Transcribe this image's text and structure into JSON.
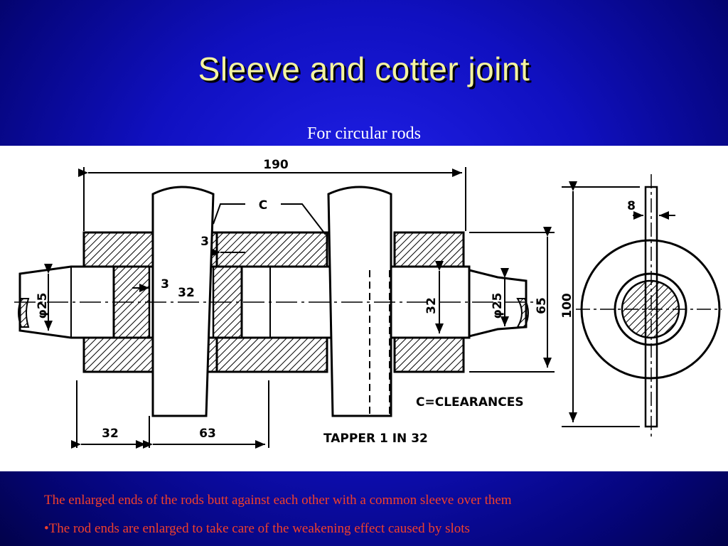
{
  "slide": {
    "title": "Sleeve and cotter joint",
    "subtitle": "For circular rods",
    "notes": [
      "The enlarged ends of the rods butt against each other with a common sleeve over them",
      "•The rod ends are enlarged to take care of the weakening effect caused by slots"
    ]
  },
  "drawing": {
    "dim_overall": "190",
    "label_c": "C",
    "dim_3_top": "3",
    "dim_3_left": "3",
    "dim_32_inner": "32",
    "dim_32_vertical": "32",
    "dim_dia25_left": "φ25",
    "dim_dia25_right": "φ25",
    "dim_65": "65",
    "dim_100": "100",
    "dim_8": "8",
    "dim_32_bottom": "32",
    "dim_63": "63",
    "clearances_note": "C=CLEARANCES",
    "taper_note": "TAPPER 1 IN 32"
  },
  "colors": {
    "background": "#1010c0",
    "title": "#f4f4a0",
    "notes": "#f2402a"
  }
}
